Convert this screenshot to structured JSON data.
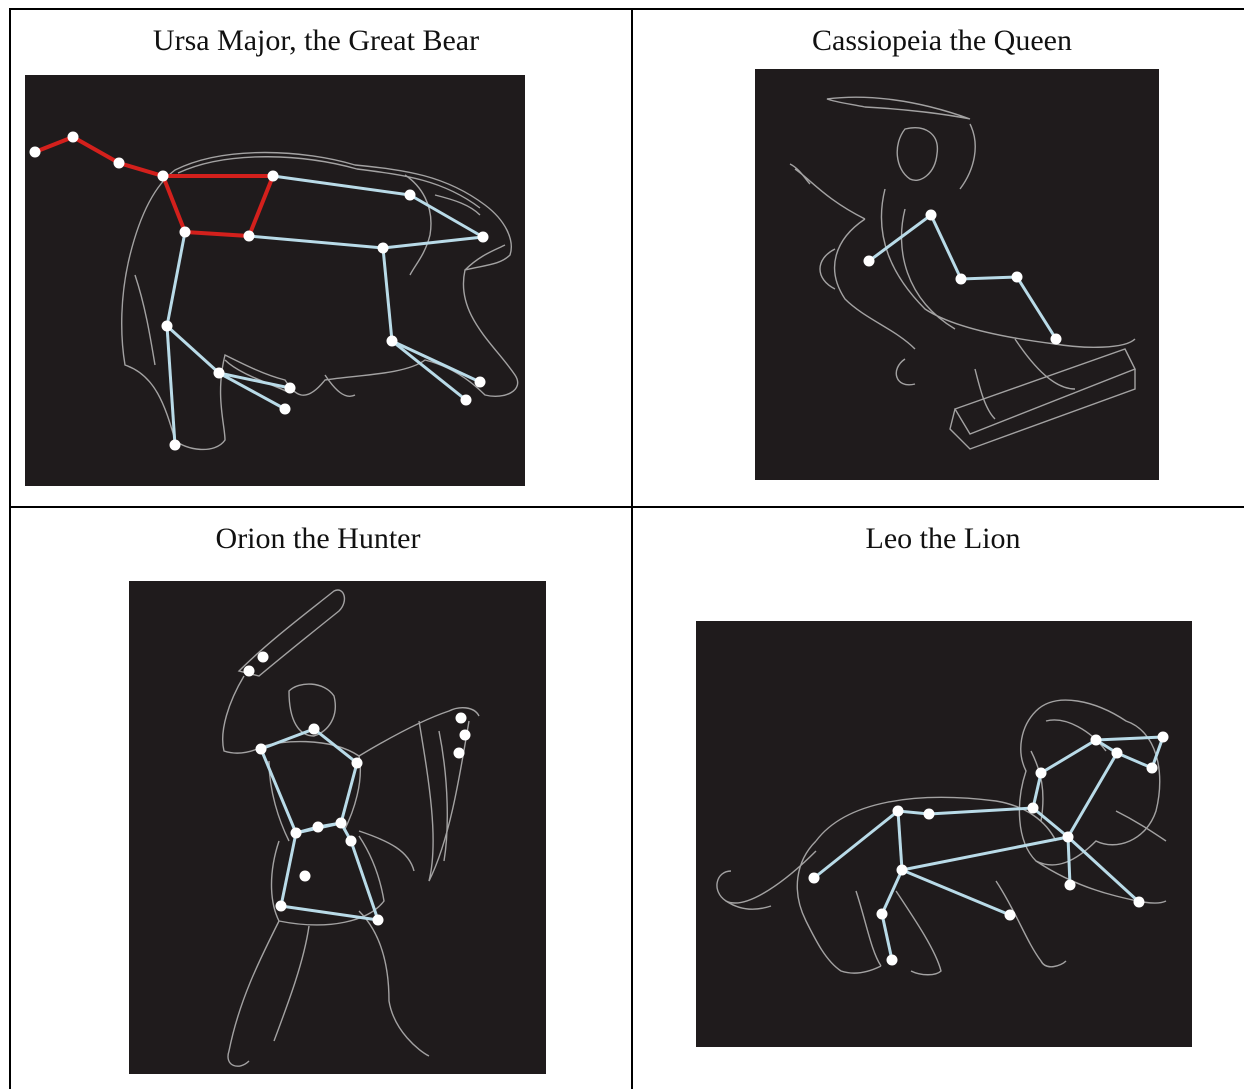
{
  "panels": [
    {
      "id": "ursa-major",
      "title": "Ursa Major, the Great Bear"
    },
    {
      "id": "cassiopeia",
      "title": "Cassiopeia the Queen"
    },
    {
      "id": "orion",
      "title": "Orion the Hunter"
    },
    {
      "id": "leo",
      "title": "Leo the Lion"
    }
  ],
  "colors": {
    "background": "#ffffff",
    "panel": "#1f1b1c",
    "sketch": "#cfcfcf",
    "star_line": "#b9dbe8",
    "highlight_line": "#d3201c",
    "star": "#ffffff",
    "border": "#000000"
  }
}
